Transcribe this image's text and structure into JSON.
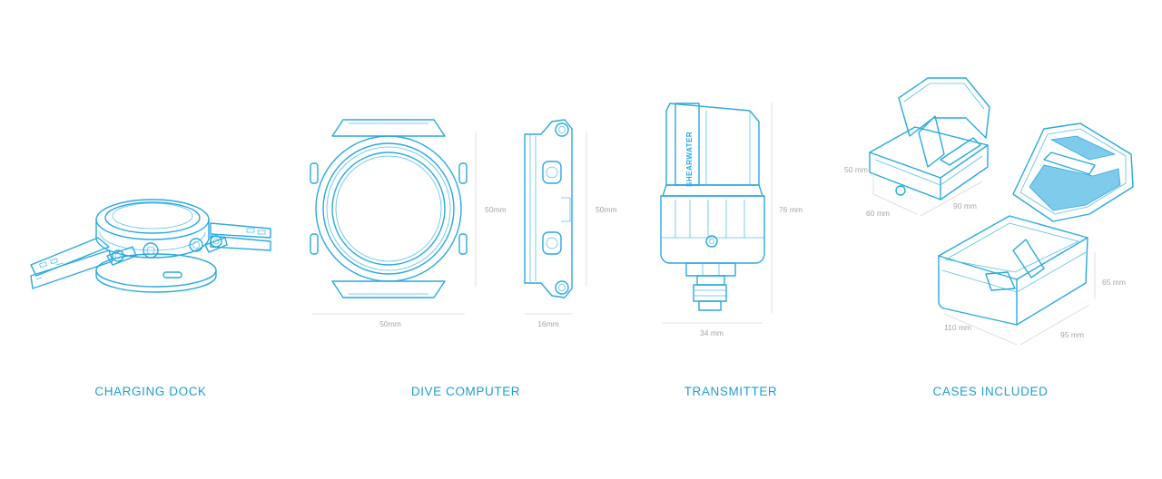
{
  "labels": {
    "dock": "CHARGING DOCK",
    "computer": "DIVE COMPUTER",
    "transmitter": "TRANSMITTER",
    "cases": "CASES INCLUDED"
  },
  "dimensions": {
    "computer_width": "50mm",
    "computer_height_front": "50mm",
    "computer_height_side": "50mm",
    "computer_depth": "16mm",
    "transmitter_height": "76 mm",
    "transmitter_width": "34 mm",
    "small_case_height": "50 mm",
    "small_case_depth": "60 mm",
    "small_case_width": "90 mm",
    "large_case_height": "65 mm",
    "large_case_depth": "110 mm",
    "large_case_width": "95 mm"
  },
  "brand": "SHEARWATER",
  "colors": {
    "line": "#2aa9e0",
    "label": "#1e9fd6",
    "dimension": "#a6a6a6"
  }
}
